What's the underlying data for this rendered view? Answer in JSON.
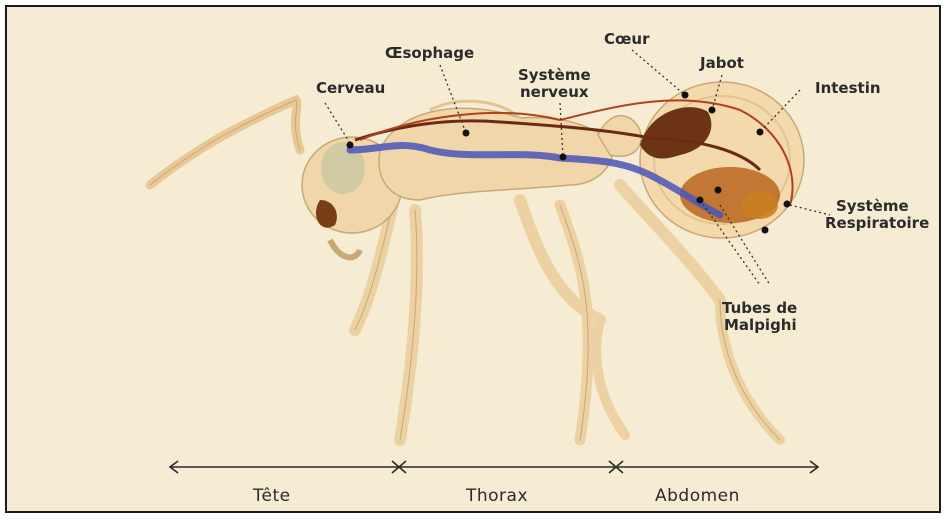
{
  "labels": {
    "cerveau": "Cerveau",
    "oesophage": "Œsophage",
    "systeme_nerveux": [
      "Système",
      "nerveux"
    ],
    "coeur": "Cœur",
    "jabot": "Jabot",
    "intestin": "Intestin",
    "systeme_respiratoire": [
      "Système",
      "Respiratoire"
    ],
    "tubes_malpighi": [
      "Tubes de",
      "Malpighi"
    ]
  },
  "segments": [
    "Tête",
    "Thorax",
    "Abdomen"
  ],
  "colors": {
    "background": "#f6ecd3",
    "body": "#f0d6a8",
    "nerve": "#4a55b8",
    "digestive": "#6b2a14",
    "heart": "#b0401e",
    "text": "#2b2b2b"
  }
}
